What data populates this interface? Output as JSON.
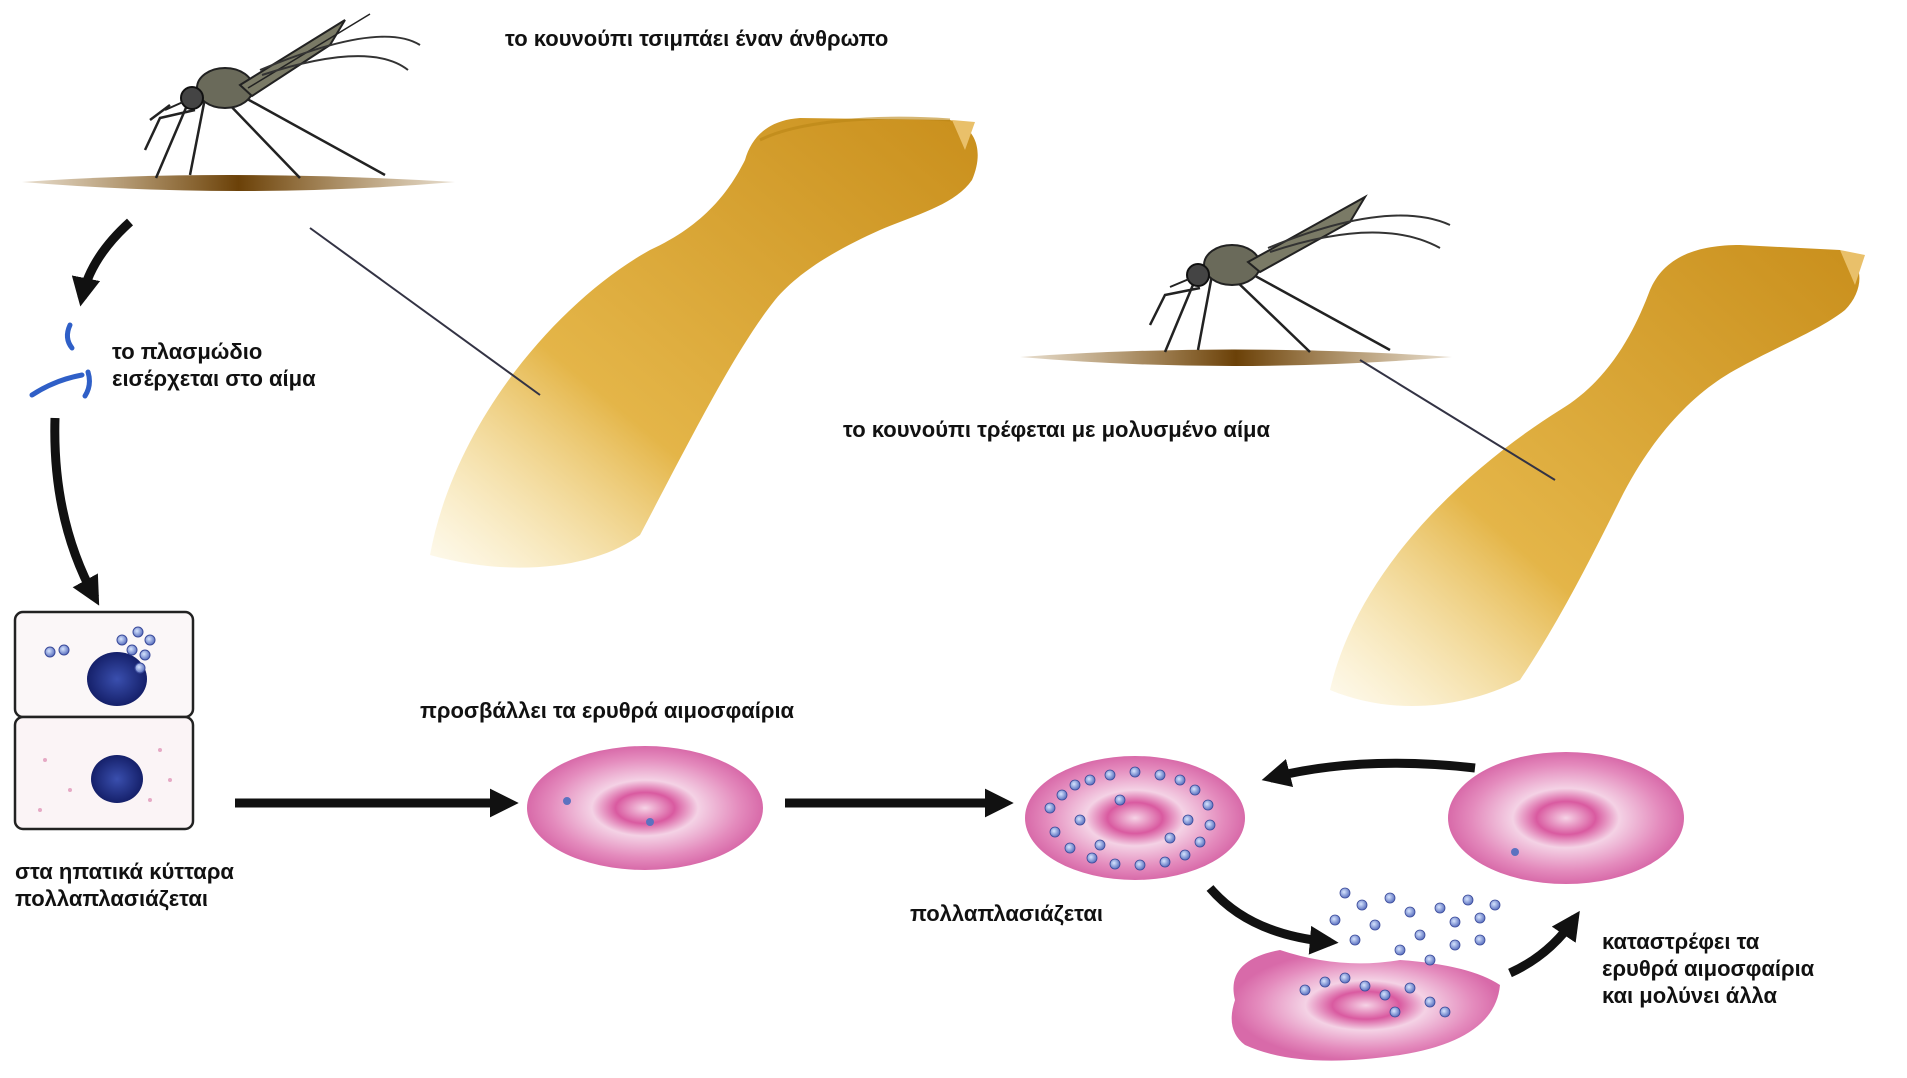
{
  "labels": {
    "bite": "το κουνούπι τσιμπάει έναν άνθρωπο",
    "enters_blood": [
      "το πλασμώδιο",
      "εισέρχεται στο αίμα"
    ],
    "feeds": "το κουνούπι τρέφεται με μολυσμένο αίμα",
    "liver": [
      "στα ηπατικά κύτταρα",
      "πολλαπλασιάζεται"
    ],
    "attacks": "προσβάλλει τα ερυθρά αιμοσφαίρια",
    "multiplies": "πολλαπλασιάζεται",
    "destroys": [
      "καταστρέφει τα",
      "ερυθρά αιμοσφαίρια",
      "και μολύνει άλλα"
    ]
  },
  "colors": {
    "skin": "#e0aa30",
    "skin_dark": "#b98516",
    "cell_pink": "#e070b0",
    "parasite_blue": "#6a82c8",
    "nucleus": "#1f2f80",
    "arrow": "#111111"
  }
}
